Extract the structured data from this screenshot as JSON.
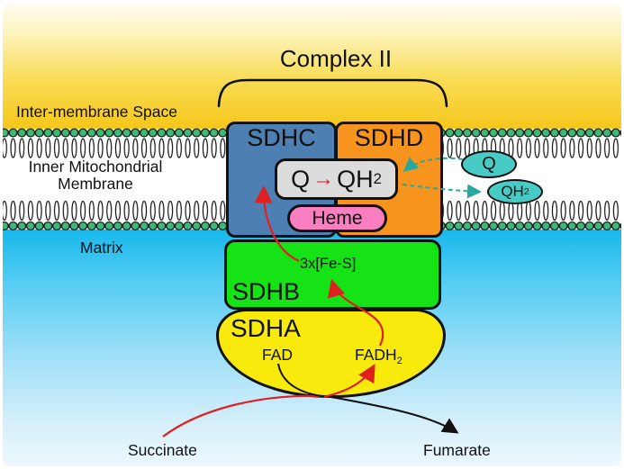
{
  "figure_title": "Complex II",
  "regions": {
    "intermembrane_space_label": "Inter-membrane Space",
    "inner_membrane_label_line1": "Inner Mitochondrial",
    "inner_membrane_label_line2": "Membrane",
    "matrix_label": "Matrix"
  },
  "complex": {
    "sdhc_label": "SDHC",
    "sdhd_label": "SDHD",
    "sdhb_label": "SDHB",
    "sdha_label": "SDHA",
    "fe_s_label": "3x[Fe-S]",
    "fad_label": "FAD",
    "fadh_base": "FADH",
    "fadh_sub": "2",
    "heme_label": "Heme"
  },
  "reaction_box": {
    "q": "Q",
    "arrow_glyph": "→",
    "qh_base": "QH",
    "qh_sub": "2"
  },
  "quinone_pool": {
    "q_label": "Q",
    "qh2_base": "QH",
    "qh2_sub": "2"
  },
  "metabolites": {
    "substrate_label": "Succinate",
    "product_label": "Fumarate"
  },
  "colors": {
    "sdhc_blue": "#4e7fb2",
    "sdhd_orange": "#f7941d",
    "sdhb_green": "#16e316",
    "sdha_yellow": "#f9ea0d",
    "heme_pink": "#fb7ec1",
    "quinone_teal": "#48cbc5",
    "reaction_box_gray": "#dcdcdc",
    "membrane_head_green": "#3cb878",
    "red_arrow": "#e02020",
    "teal_dashed_arrow": "#2aa79d",
    "ims_gradient_yellow": "#f5c71a",
    "matrix_gradient_blue": "#17b8ec"
  }
}
